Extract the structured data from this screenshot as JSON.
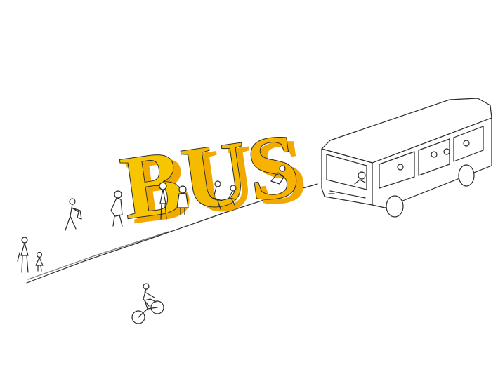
{
  "illustration": {
    "lettering": [
      "B",
      "U",
      "S"
    ],
    "colors": {
      "letter_front": "#f7c600",
      "letter_side": "#f1a900",
      "ink": "#2a2a2a",
      "background": "#ffffff"
    }
  }
}
